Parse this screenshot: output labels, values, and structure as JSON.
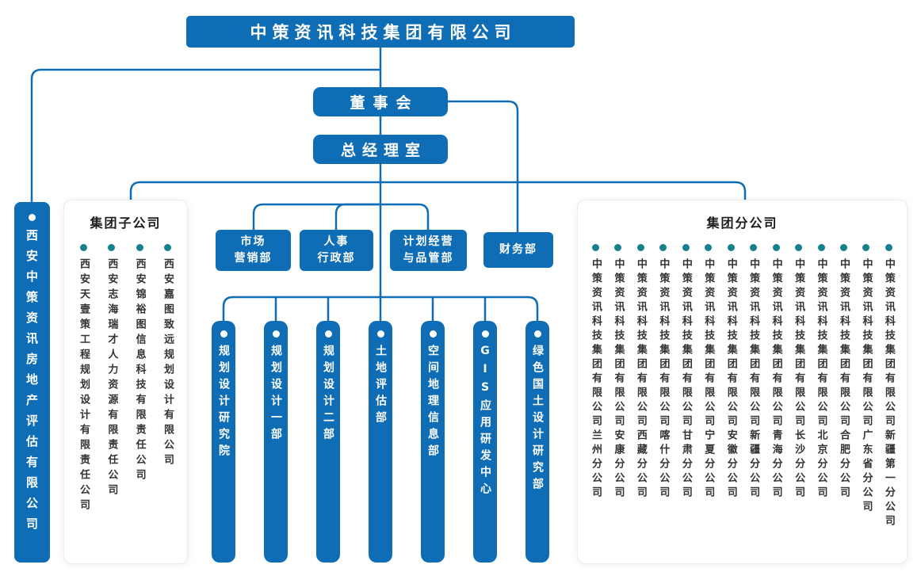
{
  "colors": {
    "primary_blue": "#0e6db5",
    "teal_dot": "#17808e",
    "panel_background": "#ffffff",
    "text_dark": "#333333",
    "line_blue": "#0e6db5"
  },
  "root": {
    "title": "中策资讯科技集团有限公司"
  },
  "board": {
    "label": "董事会"
  },
  "gm_office": {
    "label": "总经理室"
  },
  "left_company": {
    "label": "西安中策资讯房地产评估有限公司"
  },
  "subsidiaries_panel": {
    "title": "集团子公司",
    "items": [
      "西安天壹策工程规划设计有限责任公司",
      "西安志海瑞才人力资源有限责任公司",
      "西安锦裕图信息科技有限责任公司",
      "西安嘉图致远规划设计有限公司"
    ]
  },
  "dept_row": [
    {
      "line1": "市场",
      "line2": "营销部"
    },
    {
      "line1": "人事",
      "line2": "行政部"
    },
    {
      "line1": "计划经营",
      "line2": "与品管部"
    },
    {
      "line1": "财务部"
    }
  ],
  "departments_vertical": [
    "规划设计研究院",
    "规划设计一部",
    "规划设计二部",
    "土地评估部",
    "空间地理信息部",
    "GIS应用研发中心",
    "绿色国土设计研究部"
  ],
  "branches_panel": {
    "title": "集团分公司",
    "items": [
      "中策资讯科技集团有限公司兰州分公司",
      "中策资讯科技集团有限公司安康分公司",
      "中策资讯科技集团有限公司西藏分公司",
      "中策资讯科技集团有限公司喀什分公司",
      "中策资讯科技集团有限公司甘肃分公司",
      "中策资讯科技集团有限公司宁夏分公司",
      "中策资讯科技集团有限公司安徽分公司",
      "中策资讯科技集团有限公司新疆分公司",
      "中策资讯科技集团有限公司青海分公司",
      "中策资讯科技集团有限公司长沙分公司",
      "中策资讯科技集团有限公司北京分公司",
      "中策资讯科技集团有限公司合肥分公司",
      "中策资讯科技集团有限公司广东省分公司",
      "中策资讯科技集团有限公司新疆第一分公司"
    ]
  }
}
